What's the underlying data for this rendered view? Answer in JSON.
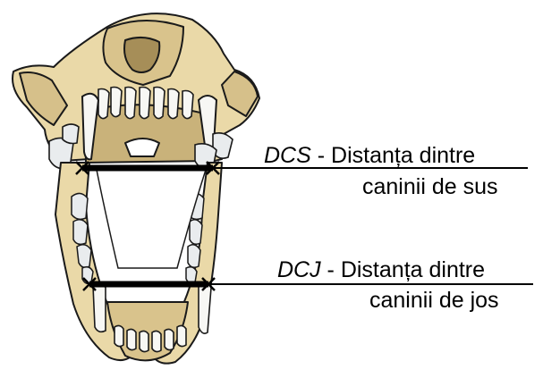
{
  "labels": {
    "upper": {
      "abbr": "DCS",
      "separator": " - ",
      "line1": "Distanța dintre",
      "line2": "caninii de sus"
    },
    "lower": {
      "abbr": "DCJ",
      "separator": " - ",
      "line1": "Distanța dintre",
      "line2": "caninii de jos"
    }
  },
  "colors": {
    "bone": "#ead9a8",
    "bone_shadow": "#c9b27a",
    "bone_dark": "#a68e58",
    "tooth": "#f7f7f4",
    "tooth_shadow": "#cfd4d6",
    "outline": "#1a1a1a",
    "measure": "#000000"
  }
}
